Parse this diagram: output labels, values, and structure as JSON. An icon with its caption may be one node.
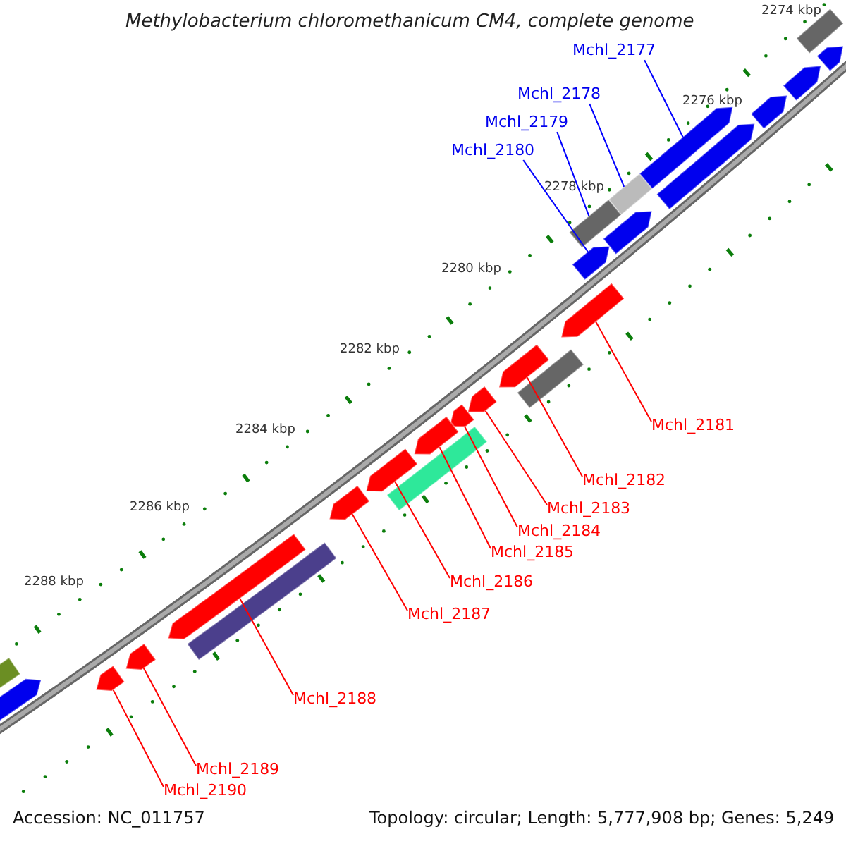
{
  "diagram": {
    "title": "Methylobacterium chloromethanicum CM4, complete genome",
    "nodes": [
      {
        "text": [
          "Mchl_2177"
        ]
      },
      {
        "text": [
          "Mchl_2178"
        ]
      },
      {
        "text": [
          "Mchl_2179"
        ]
      },
      {
        "text": [
          "Mchl_2180"
        ]
      },
      {
        "text": [
          "Mchl_2181"
        ]
      },
      {
        "text": [
          "Mchl_2182"
        ]
      },
      {
        "text": [
          "Mchl_2183"
        ]
      },
      {
        "text": [
          "Mchl_2184"
        ]
      },
      {
        "text": [
          "Mchl_2185"
        ]
      },
      {
        "text": [
          "Mchl_2186"
        ]
      },
      {
        "text": [
          "Mchl_2187"
        ]
      },
      {
        "text": [
          "Mchl_2188"
        ]
      },
      {
        "text": [
          "Mchl_2189"
        ]
      },
      {
        "text": [
          "Mchl_2190"
        ]
      },
      {
        "text": [],
        "shape": "bar"
      },
      {
        "text": [],
        "shape": "box"
      },
      {
        "text": [],
        "shape": "box"
      },
      {
        "text": [],
        "shape": "bar"
      },
      {
        "text": [],
        "shape": "bar"
      },
      {
        "text": [],
        "shape": "bar"
      },
      {
        "text": [],
        "shape": "bar"
      },
      {
        "text": [],
        "shape": "bar"
      },
      {
        "text": [],
        "shape": "bar"
      },
      {
        "text": [],
        "shape": "bar"
      },
      {
        "text": [],
        "shape": "bar"
      },
      {
        "text": [],
        "shape": "bar"
      },
      {
        "text": [],
        "shape": "bar"
      },
      {
        "text": [],
        "shape": "bar"
      },
      {
        "text": [],
        "shape": "bar"
      },
      {
        "text": [],
        "shape": "bar"
      },
      {
        "text": [],
        "shape": "bar"
      },
      {
        "text": [],
        "shape": "bar"
      },
      {
        "text": [],
        "shape": "bar"
      },
      {
        "text": [],
        "shape": "box"
      },
      {
        "text": [],
        "shape": "bar"
      },
      {
        "text": [],
        "shape": "box"
      },
      {
        "text": [],
        "shape": "box"
      },
      {
        "text": [],
        "shape": "box"
      },
      {
        "text": [],
        "shape": "box"
      }
    ],
    "edges": [
      {
        "from": 0,
        "to": 14,
        "arrow": "none",
        "color": "#0000ff"
      },
      {
        "from": 1,
        "to": 15,
        "arrow": "none",
        "color": "#0000ff"
      },
      {
        "from": 2,
        "to": 16,
        "arrow": "none",
        "color": "#0000ff"
      },
      {
        "from": 3,
        "to": 17,
        "arrow": "none",
        "color": "#0000ff"
      },
      {
        "from": 4,
        "to": 18,
        "arrow": "none"
      },
      {
        "from": 5,
        "to": 19,
        "arrow": "none"
      },
      {
        "from": 6,
        "to": 20,
        "arrow": "none"
      },
      {
        "from": 7,
        "to": 21,
        "arrow": "none"
      },
      {
        "from": 8,
        "to": 22,
        "arrow": "none"
      },
      {
        "from": 9,
        "to": 23,
        "arrow": "none"
      },
      {
        "from": 10,
        "to": 24,
        "arrow": "none"
      },
      {
        "from": 11,
        "to": 25,
        "arrow": "none"
      },
      {
        "from": 12,
        "to": 26,
        "arrow": "none"
      },
      {
        "from": 13,
        "to": 27,
        "arrow": "none"
      }
    ],
    "labels": [
      "2274 kbp",
      "2276 kbp",
      "2278 kbp",
      "2280 kbp",
      "2282 kbp",
      "2284 kbp",
      "2286 kbp",
      "2288 kbp",
      "Accession: NC_011757",
      "Topology: circular; Length: 5,777,908 bp; Genes: 5,249"
    ]
  }
}
